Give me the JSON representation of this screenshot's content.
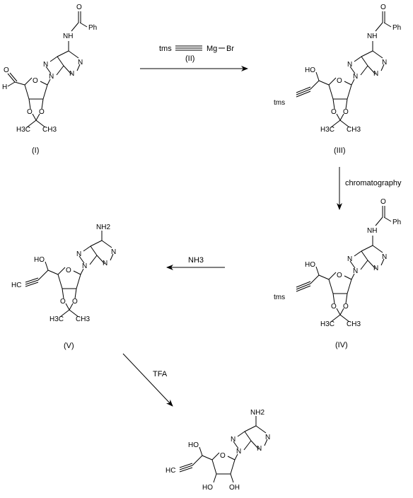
{
  "compounds": {
    "c1": {
      "label": "(I)",
      "aldehyde_o": "O",
      "aldehyde_h": "H"
    },
    "c3": {
      "label": "(III)",
      "tms": "tms",
      "oh": "HO"
    },
    "c4": {
      "label": "(IV)",
      "tms": "tms",
      "oh": "HO"
    },
    "c5": {
      "label": "(V)",
      "alkyne_h": "HC",
      "oh": "HO",
      "nh2": "NH2"
    },
    "c6": {
      "alkyne_h": "HC",
      "oh": "HO",
      "oh_a": "HO",
      "oh_b": "OH",
      "nh2": "NH2"
    }
  },
  "common": {
    "benzoyl_o": "O",
    "nh": "NH",
    "ph": "Ph",
    "n": "N",
    "o": "O",
    "h3c": "H3C",
    "ch3": "CH3"
  },
  "reagents": {
    "grignard": {
      "tms": "tms",
      "mg": "Mg",
      "br": "Br",
      "label": "(II)"
    },
    "step2": "chromatography",
    "step3": "NH3",
    "step4": "TFA"
  }
}
